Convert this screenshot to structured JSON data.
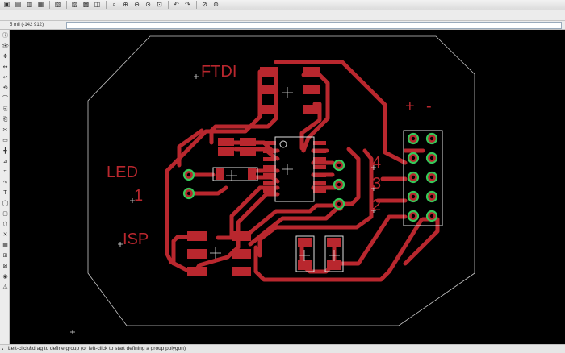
{
  "toolbar": {
    "icons": [
      "open-icon",
      "save-icon",
      "print-icon",
      "cam-icon",
      "board-icon",
      "schematic-icon",
      "ulp-icon",
      "script-icon",
      "zoom-fit-icon",
      "zoom-in-icon",
      "zoom-out-icon",
      "zoom-prev-icon",
      "zoom-select-icon",
      "undo-icon",
      "redo-icon",
      "stop-icon",
      "go-icon"
    ],
    "glyphs": [
      "▣",
      "▤",
      "▥",
      "▦",
      "▧",
      "▨",
      "▩",
      "◫",
      "⌕",
      "⊕",
      "⊖",
      "⊙",
      "⊡",
      "↶",
      "↷",
      "⊘",
      "⊛"
    ]
  },
  "command": {
    "coordinate": "5 mil (-142 912)",
    "value": ""
  },
  "palette": {
    "glyphs": [
      "ⓘ",
      "👁",
      "✥",
      "↔",
      "↩",
      "⟲",
      "⌒",
      "⎘",
      "⎗",
      "✂",
      "▭",
      "╋",
      "⊿",
      "⌗",
      "∿",
      "T",
      "◯",
      "▢",
      "⬡",
      "✕",
      "▦",
      "⊞",
      "⊠",
      "◉",
      "⚠"
    ]
  },
  "board": {
    "labels": {
      "ftdi": "FTDI",
      "led": "LED",
      "one": "1",
      "isp": "ISP",
      "four": "4",
      "three": "3",
      "two": "2",
      "plus": "+",
      "minus": "-"
    },
    "colors": {
      "background": "#000000",
      "trace": "#b9272e",
      "outline": "#c8c8c8",
      "pad_ring": "#36c85a",
      "silkscreen": "#e0e0e0"
    }
  },
  "status": {
    "message": "Left-click&drag to define group (or left-click to start defining a group polygon)"
  }
}
